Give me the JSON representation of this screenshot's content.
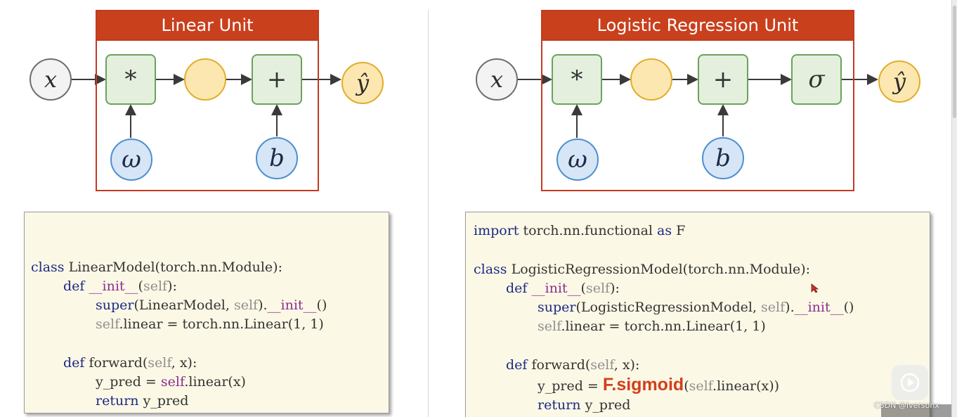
{
  "left": {
    "title": "Linear Unit",
    "nodes": {
      "x": "x",
      "mul": "*",
      "add": "+",
      "yhat": "ŷ",
      "omega": "ω",
      "b": "b"
    },
    "code": {
      "l1": {
        "kw": "class",
        "rest": " LinearModel(torch.nn.Module):"
      },
      "l2": {
        "kw": "def",
        "dn": "__init__",
        "sf": "self",
        "end": "):"
      },
      "l3": {
        "kw": "super",
        "mid": "(LinearModel, ",
        "sf": "self",
        "dot": ").",
        "dn": "__init__",
        "end": "()"
      },
      "l4": {
        "sf": "self",
        "rest": ".linear = torch.nn.Linear(1, 1)"
      },
      "l5": {
        "kw": "def",
        "mid": " forward(",
        "sf": "self",
        "end": ", x):"
      },
      "l6": {
        "pre": "y_pred = ",
        "sf": "self",
        "rest": ".linear(x)"
      },
      "l7": {
        "kw": "return",
        "rest": " y_pred"
      }
    }
  },
  "right": {
    "title": "Logistic Regression Unit",
    "nodes": {
      "x": "x",
      "mul": "*",
      "add": "+",
      "sigma": "σ",
      "yhat": "ŷ",
      "omega": "ω",
      "b": "b"
    },
    "code": {
      "l0": {
        "kw": "import",
        "mid": " torch.nn.functional ",
        "kw2": "as",
        "end": " F"
      },
      "l1": {
        "kw": "class",
        "rest": " LogisticRegressionModel(torch.nn.Module):"
      },
      "l2": {
        "kw": "def",
        "dn": "__init__",
        "sf": "self",
        "end": "):"
      },
      "l3": {
        "kw": "super",
        "mid": "(LogisticRegressionModel, ",
        "sf": "self",
        "dot": ").",
        "dn": "__init__",
        "end": "()"
      },
      "l4": {
        "sf": "self",
        "rest": ".linear = torch.nn.Linear(1, 1)"
      },
      "l5": {
        "kw": "def",
        "mid": " forward(",
        "sf": "self",
        "end": ", x):"
      },
      "l6": {
        "pre": "y_pred = ",
        "fn": "F.sigmoid",
        "open": "(",
        "sf": "self",
        "rest": ".linear(x))"
      },
      "l7": {
        "kw": "return",
        "rest": " y_pred"
      }
    }
  },
  "watermark": "CSDN @Iversonx",
  "colors": {
    "title_bg": "#c9401d",
    "keyword": "#1b2a83",
    "self": "#8f8f8f",
    "dunder": "#8b2f8f",
    "highlight": "#d1401c"
  }
}
